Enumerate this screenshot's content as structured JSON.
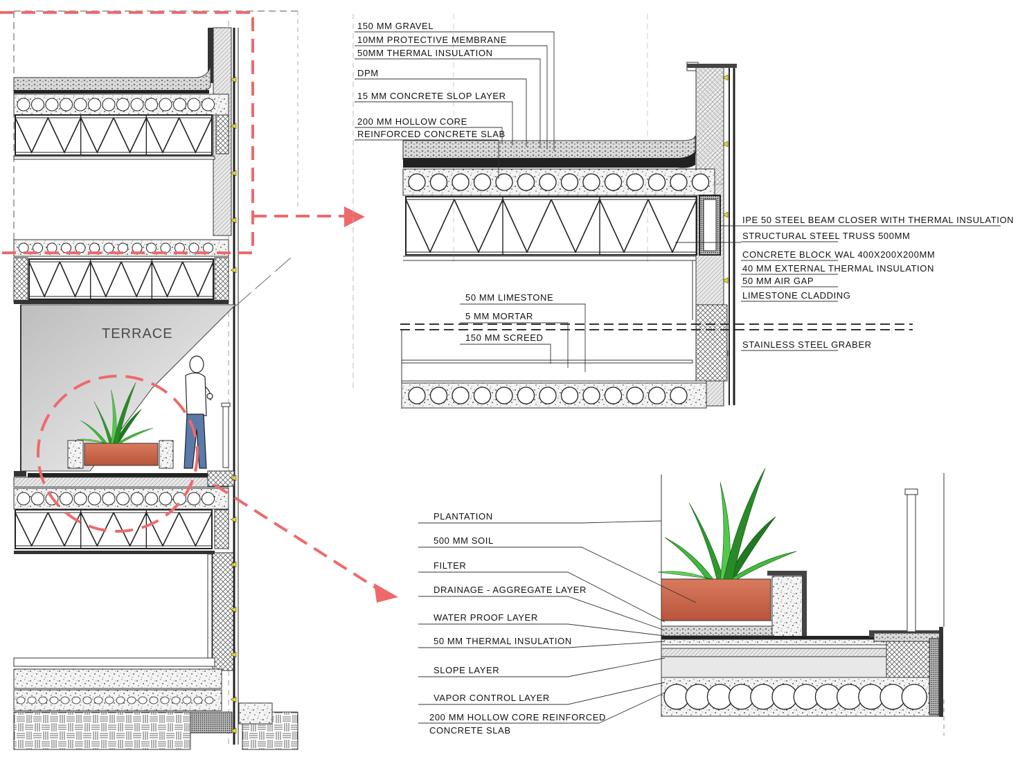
{
  "section": {
    "terrace_label": "TERRACE"
  },
  "roof_detail": {
    "layers_top": [
      "150 MM GRAVEL",
      "10MM PROTECTIVE MEMBRANE",
      "50MM THERMAL INSULATION",
      "DPM",
      "15 MM CONCRETE SLOP LAYER",
      "200 MM HOLLOW CORE",
      "REINFORCED CONCRETE SLAB"
    ],
    "layers_right": [
      "IPE 50 STEEL BEAM CLOSER WITH THERMAL INSULATION",
      "STRUCTURAL STEEL TRUSS 500MM",
      "CONCRETE BLOCK WAL  400X200X200MM",
      "40 MM EXTERNAL THERMAL INSULATION",
      "50 MM AIR GAP",
      "LIMESTONE CLADDING",
      "STAINLESS STEEL GRABER"
    ],
    "layers_floor": [
      "50 MM LIMESTONE",
      "5 MM MORTAR",
      "150 MM SCREED"
    ]
  },
  "terrace_detail": {
    "layers": [
      "PLANTATION",
      "500 MM SOIL",
      "FILTER",
      "DRAINAGE - AGGREGATE LAYER",
      "WATER PROOF LAYER",
      "50 MM THERMAL INSULATION",
      "SLOPE LAYER",
      "VAPOR CONTROL LAYER",
      "200 MM HOLLOW CORE REINFORCED",
      "CONCRETE SLAB"
    ]
  },
  "colors": {
    "callout": "#ee6a6a",
    "planter": "#c8654a",
    "plant": "#3fb83a",
    "plant_dark": "#1f7a22",
    "terrace_fill": "#c8c8c8"
  }
}
